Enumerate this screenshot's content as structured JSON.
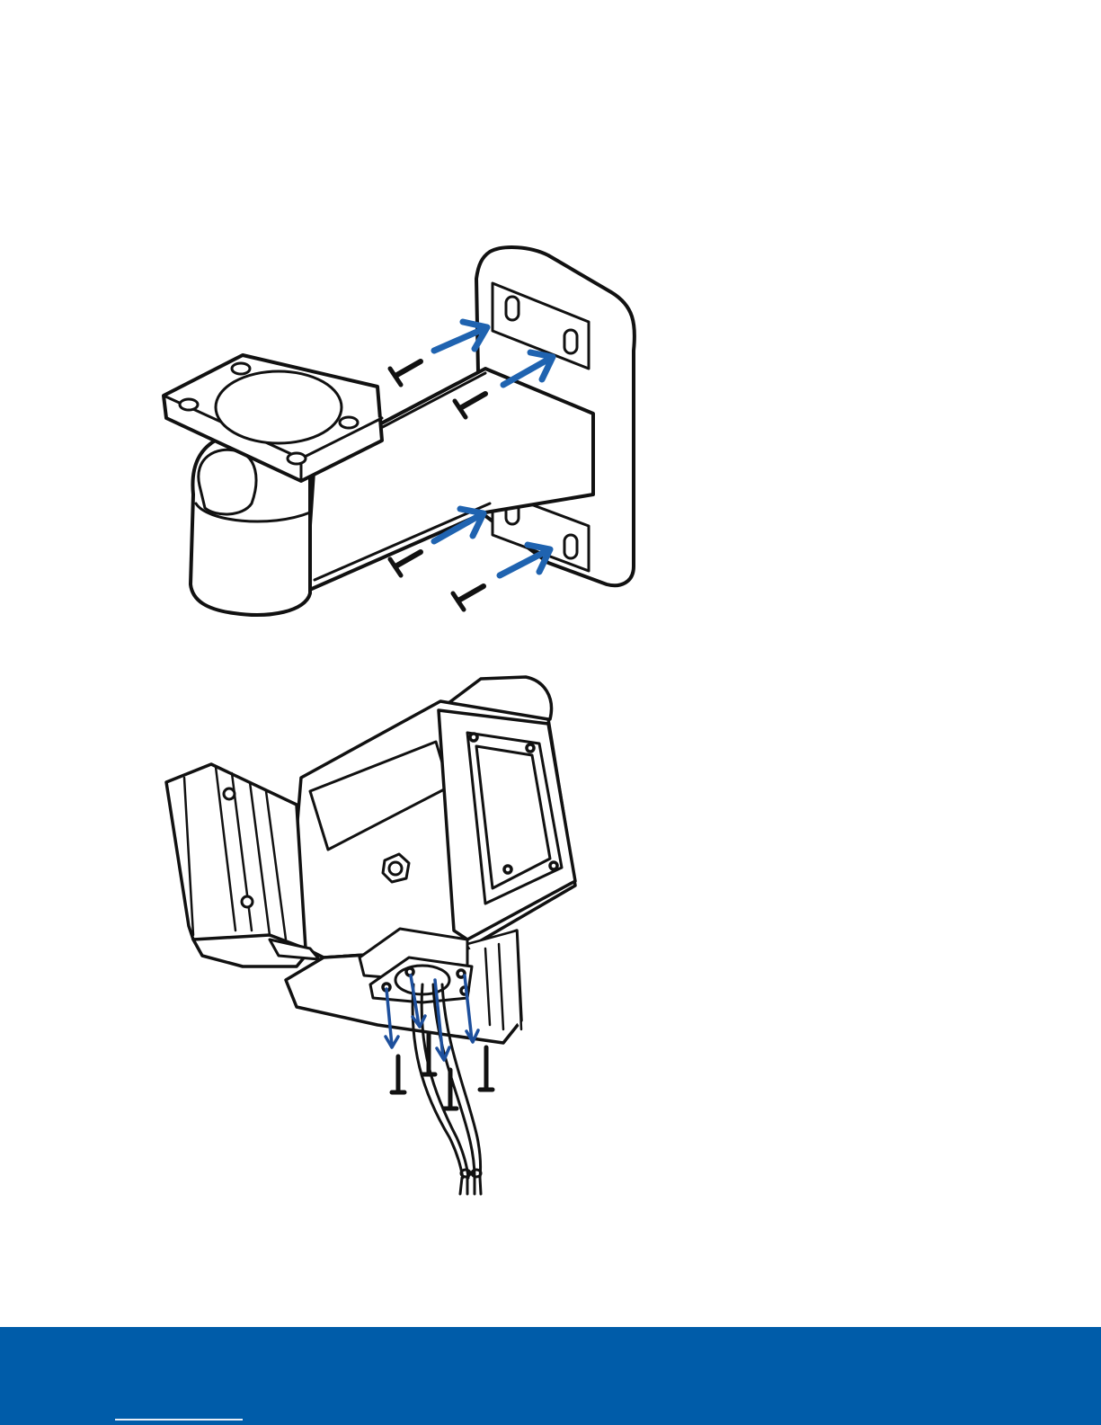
{
  "colors": {
    "brand_blue": "#005ca9",
    "arrow_blue": "#1f63b0",
    "arrow_navy": "#1d4f9c",
    "line_art": "#111111",
    "screw": "#111111",
    "background": "#ffffff"
  },
  "figures": [
    {
      "name": "wall-bracket-illustration",
      "icon": "wall-mount-bracket-icon"
    },
    {
      "name": "camera-housing-illustration",
      "icon": "camera-housing-icon"
    }
  ],
  "footer": {
    "icon": "footer-band"
  }
}
